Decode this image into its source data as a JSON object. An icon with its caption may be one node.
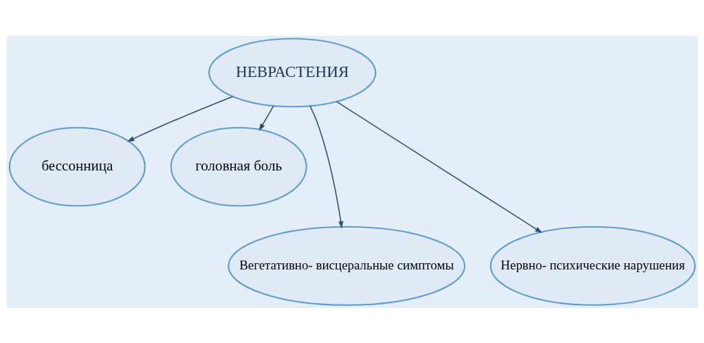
{
  "diagram": {
    "nodes": [
      {
        "text": [
          "НЕВРАСТЕНИЯ"
        ]
      },
      {
        "text": [
          "бессонница"
        ]
      },
      {
        "text": [
          "головная боль"
        ]
      },
      {
        "text": [
          "Вегетативно- висцеральные симптомы"
        ]
      },
      {
        "text": [
          "Нервно- психические нарушения"
        ]
      }
    ],
    "edges": [
      {
        "from": 0,
        "to": 1,
        "arrow": "to"
      },
      {
        "from": 0,
        "to": 3,
        "arrow": "to"
      },
      {
        "from": 0,
        "to": 4,
        "arrow": "to"
      },
      {
        "from": 0,
        "to": 2,
        "arrow": "to"
      }
    ]
  }
}
